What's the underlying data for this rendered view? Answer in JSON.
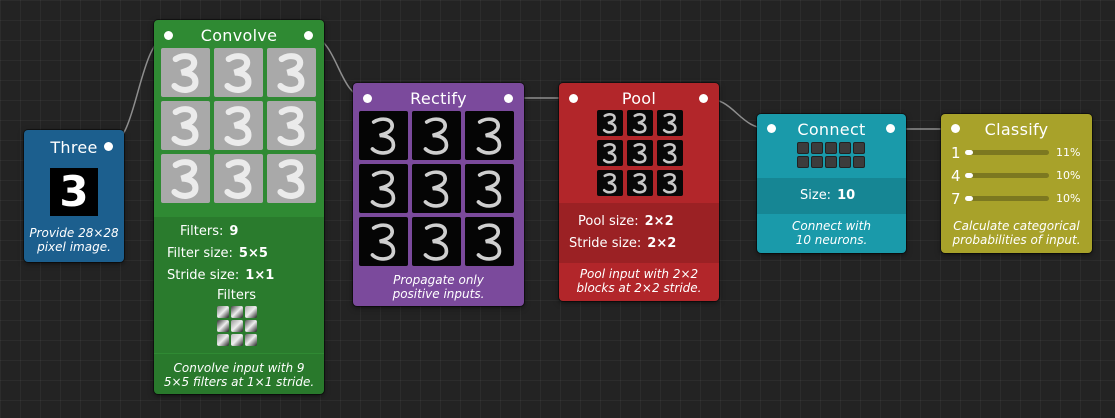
{
  "nodes": {
    "three": {
      "title": "Three",
      "digit": "3",
      "desc1": "Provide 28×28",
      "desc2": "pixel image.",
      "color": "#1c5f8e"
    },
    "convolve": {
      "title": "Convolve",
      "params": [
        {
          "label": "Filters:",
          "value": "9"
        },
        {
          "label": "Filter size:",
          "value": "5×5"
        },
        {
          "label": "Stride size:",
          "value": "1×1"
        }
      ],
      "filters_label": "Filters",
      "desc1": "Convolve input with 9",
      "desc2": "5×5 filters at 1×1 stride.",
      "color": "#2f8a33"
    },
    "rectify": {
      "title": "Rectify",
      "desc1": "Propagate only",
      "desc2": "positive inputs.",
      "color": "#7b4a9c"
    },
    "pool": {
      "title": "Pool",
      "params": [
        {
          "label": "Pool size:",
          "value": "2×2"
        },
        {
          "label": "Stride size:",
          "value": "2×2"
        }
      ],
      "desc1": "Pool input with 2×2",
      "desc2": "blocks at 2×2 stride.",
      "color": "#b2262a"
    },
    "connect": {
      "title": "Connect",
      "size_label": "Size:",
      "size_value": "10",
      "desc1": "Connect with",
      "desc2": "10 neurons.",
      "color": "#1a9aaa"
    },
    "classify": {
      "title": "Classify",
      "rows": [
        {
          "label": "1",
          "pct": "11%",
          "fraction": 0.11
        },
        {
          "label": "4",
          "pct": "10%",
          "fraction": 0.1
        },
        {
          "label": "7",
          "pct": "10%",
          "fraction": 0.1
        }
      ],
      "desc1": "Calculate categorical",
      "desc2": "probabilities of input.",
      "color": "#a8a22a"
    }
  }
}
